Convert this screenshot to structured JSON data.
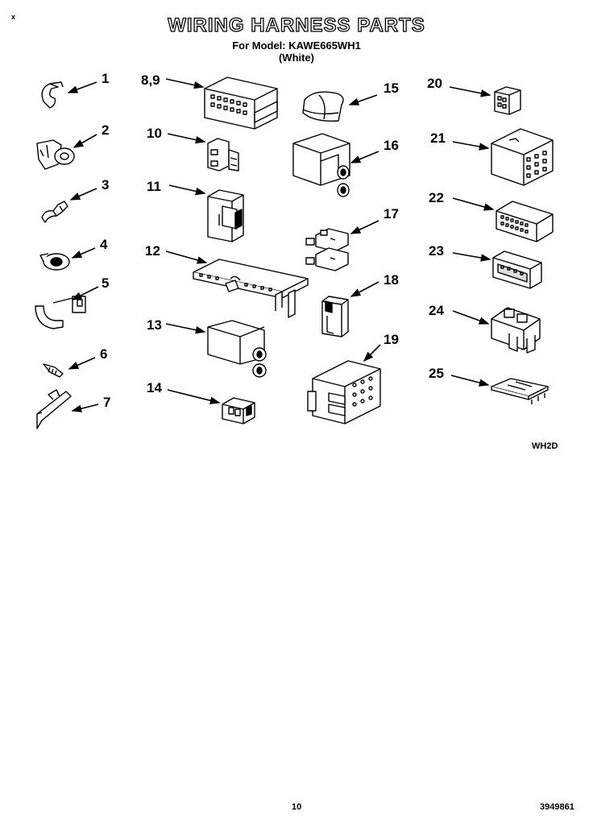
{
  "title": "WIRING HARNESS PARTS",
  "model_line": "For Model: KAWE665WH1",
  "color_line": "(White)",
  "corner_mark": "x",
  "section_code": "WH2D",
  "page_number": "10",
  "doc_number": "3949861",
  "parts": [
    {
      "label": "1",
      "icon": "clip-icon"
    },
    {
      "label": "2",
      "icon": "clamp-icon"
    },
    {
      "label": "3",
      "icon": "clip-icon"
    },
    {
      "label": "4",
      "icon": "wire-tie-ring-icon"
    },
    {
      "label": "5",
      "icon": "bracket-clip-icon"
    },
    {
      "label": "6",
      "icon": "screw-icon"
    },
    {
      "label": "7",
      "icon": "strain-relief-icon"
    },
    {
      "label": "8,9",
      "icon": "connector-housing-icon"
    },
    {
      "label": "10",
      "icon": "connector-icon"
    },
    {
      "label": "11",
      "icon": "connector-icon"
    },
    {
      "label": "12",
      "icon": "terminal-block-icon"
    },
    {
      "label": "13",
      "icon": "connector-icon"
    },
    {
      "label": "14",
      "icon": "connector-icon"
    },
    {
      "label": "15",
      "icon": "sleeve-icon"
    },
    {
      "label": "16",
      "icon": "connector-icon"
    },
    {
      "label": "17",
      "icon": "connector-icon"
    },
    {
      "label": "18",
      "icon": "clip-icon"
    },
    {
      "label": "19",
      "icon": "connector-housing-icon"
    },
    {
      "label": "20",
      "icon": "connector-icon"
    },
    {
      "label": "21",
      "icon": "connector-housing-icon"
    },
    {
      "label": "22",
      "icon": "connector-housing-icon"
    },
    {
      "label": "23",
      "icon": "connector-housing-icon"
    },
    {
      "label": "24",
      "icon": "connector-housing-icon"
    },
    {
      "label": "25",
      "icon": "terminal-board-icon"
    }
  ]
}
